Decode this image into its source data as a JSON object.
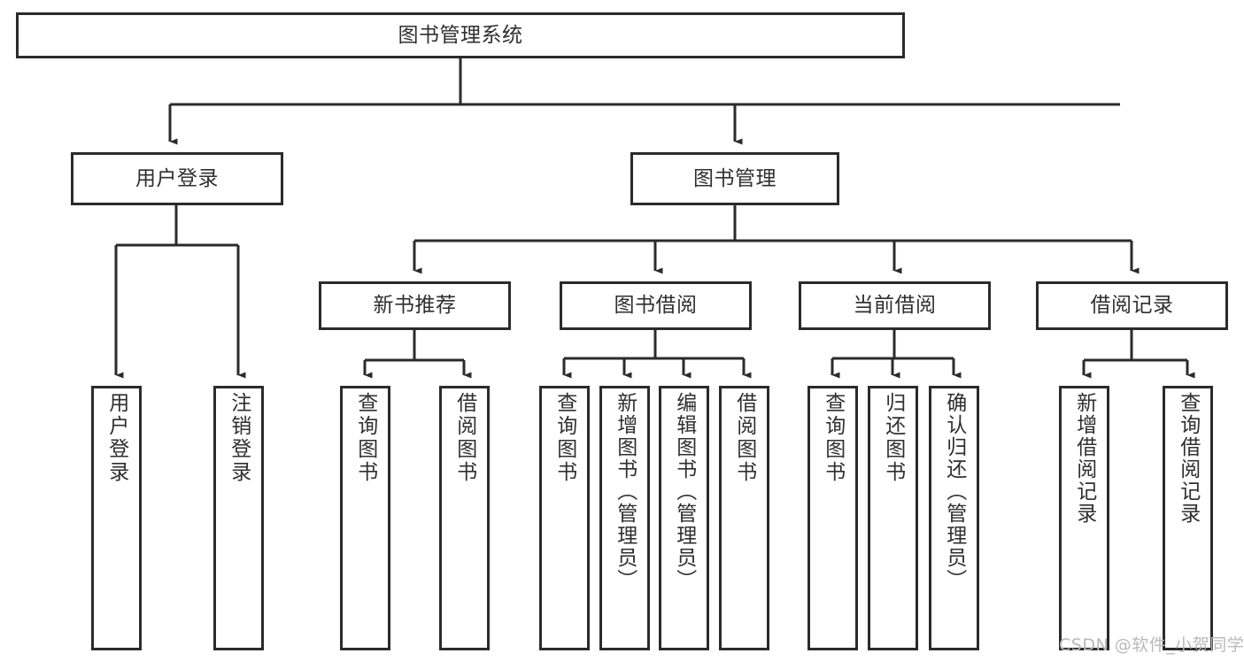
{
  "diagram": {
    "type": "tree",
    "title": "图书管理系统",
    "stroke_color": "#2b2b2b",
    "text_color": "#2f2f2f",
    "background_color": "#ffffff",
    "watermark": "CSDN @软件_小贺同学",
    "watermark_color": "#b9b9b9",
    "levels": [
      {
        "level": 1,
        "nodes": [
          {
            "id": "root",
            "label": "图书管理系统",
            "orientation": "horizontal"
          }
        ]
      },
      {
        "level": 2,
        "nodes": [
          {
            "id": "login",
            "label": "用户登录",
            "orientation": "horizontal",
            "parent": "root"
          },
          {
            "id": "book-mgmt",
            "label": "图书管理",
            "orientation": "horizontal",
            "parent": "root"
          }
        ]
      },
      {
        "level": 3,
        "nodes": [
          {
            "id": "new-book-rec",
            "label": "新书推荐",
            "orientation": "horizontal",
            "parent": "book-mgmt"
          },
          {
            "id": "book-borrow",
            "label": "图书借阅",
            "orientation": "horizontal",
            "parent": "book-mgmt"
          },
          {
            "id": "current-borrow",
            "label": "当前借阅",
            "orientation": "horizontal",
            "parent": "book-mgmt"
          },
          {
            "id": "borrow-record",
            "label": "借阅记录",
            "orientation": "horizontal",
            "parent": "book-mgmt"
          }
        ]
      },
      {
        "level": 4,
        "nodes": [
          {
            "id": "leaf-user-login",
            "label": "用户登录",
            "orientation": "vertical",
            "parent": "login"
          },
          {
            "id": "leaf-user-logout",
            "label": "注销登录",
            "orientation": "vertical",
            "parent": "login"
          },
          {
            "id": "leaf-query-book-1",
            "label": "查询图书",
            "orientation": "vertical",
            "parent": "new-book-rec"
          },
          {
            "id": "leaf-borrow-book-1",
            "label": "借阅图书",
            "orientation": "vertical",
            "parent": "new-book-rec"
          },
          {
            "id": "leaf-query-book-2",
            "label": "查询图书",
            "orientation": "vertical",
            "parent": "book-borrow"
          },
          {
            "id": "leaf-add-book",
            "label": "新增图书（管理员）",
            "orientation": "vertical",
            "parent": "book-borrow"
          },
          {
            "id": "leaf-edit-book",
            "label": "编辑图书（管理员）",
            "orientation": "vertical",
            "parent": "book-borrow"
          },
          {
            "id": "leaf-borrow-book-2",
            "label": "借阅图书",
            "orientation": "vertical",
            "parent": "book-borrow"
          },
          {
            "id": "leaf-query-book-3",
            "label": "查询图书",
            "orientation": "vertical",
            "parent": "current-borrow"
          },
          {
            "id": "leaf-return-book",
            "label": "归还图书",
            "orientation": "vertical",
            "parent": "current-borrow"
          },
          {
            "id": "leaf-confirm-return",
            "label": "确认归还（管理员）",
            "orientation": "vertical",
            "parent": "current-borrow"
          },
          {
            "id": "leaf-add-record",
            "label": "新增借阅记录",
            "orientation": "vertical",
            "parent": "borrow-record"
          },
          {
            "id": "leaf-query-record",
            "label": "查询借阅记录",
            "orientation": "vertical",
            "parent": "borrow-record"
          }
        ]
      }
    ]
  }
}
